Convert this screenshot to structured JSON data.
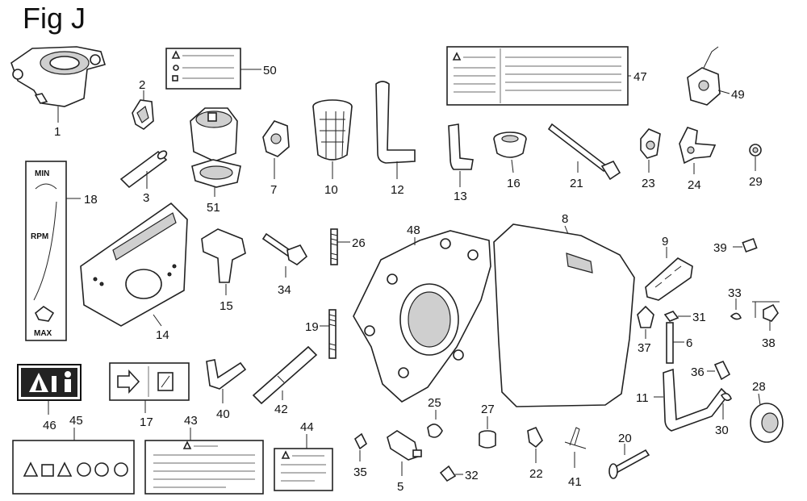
{
  "title": "Fig J",
  "callouts": {
    "p1": "1",
    "p2": "2",
    "p3": "3",
    "p5": "5",
    "p6": "6",
    "p7": "7",
    "p8": "8",
    "p9": "9",
    "p10": "10",
    "p11": "11",
    "p12": "12",
    "p13": "13",
    "p14": "14",
    "p15": "15",
    "p16": "16",
    "p17": "17",
    "p18": "18",
    "p19": "19",
    "p20": "20",
    "p21": "21",
    "p22": "22",
    "p23": "23",
    "p24": "24",
    "p25": "25",
    "p26": "26",
    "p27": "27",
    "p28": "28",
    "p29": "29",
    "p30": "30",
    "p31": "31",
    "p32": "32",
    "p33": "33",
    "p34": "34",
    "p35": "35",
    "p36": "36",
    "p37": "37",
    "p38": "38",
    "p39": "39",
    "p40": "40",
    "p41": "41",
    "p42": "42",
    "p43": "43",
    "p44": "44",
    "p45": "45",
    "p46": "46",
    "p47": "47",
    "p48": "48",
    "p49": "49",
    "p50": "50",
    "p51": "51"
  },
  "throttle_label": {
    "min": "MIN",
    "rpm": "RPM",
    "max": "MAX"
  }
}
